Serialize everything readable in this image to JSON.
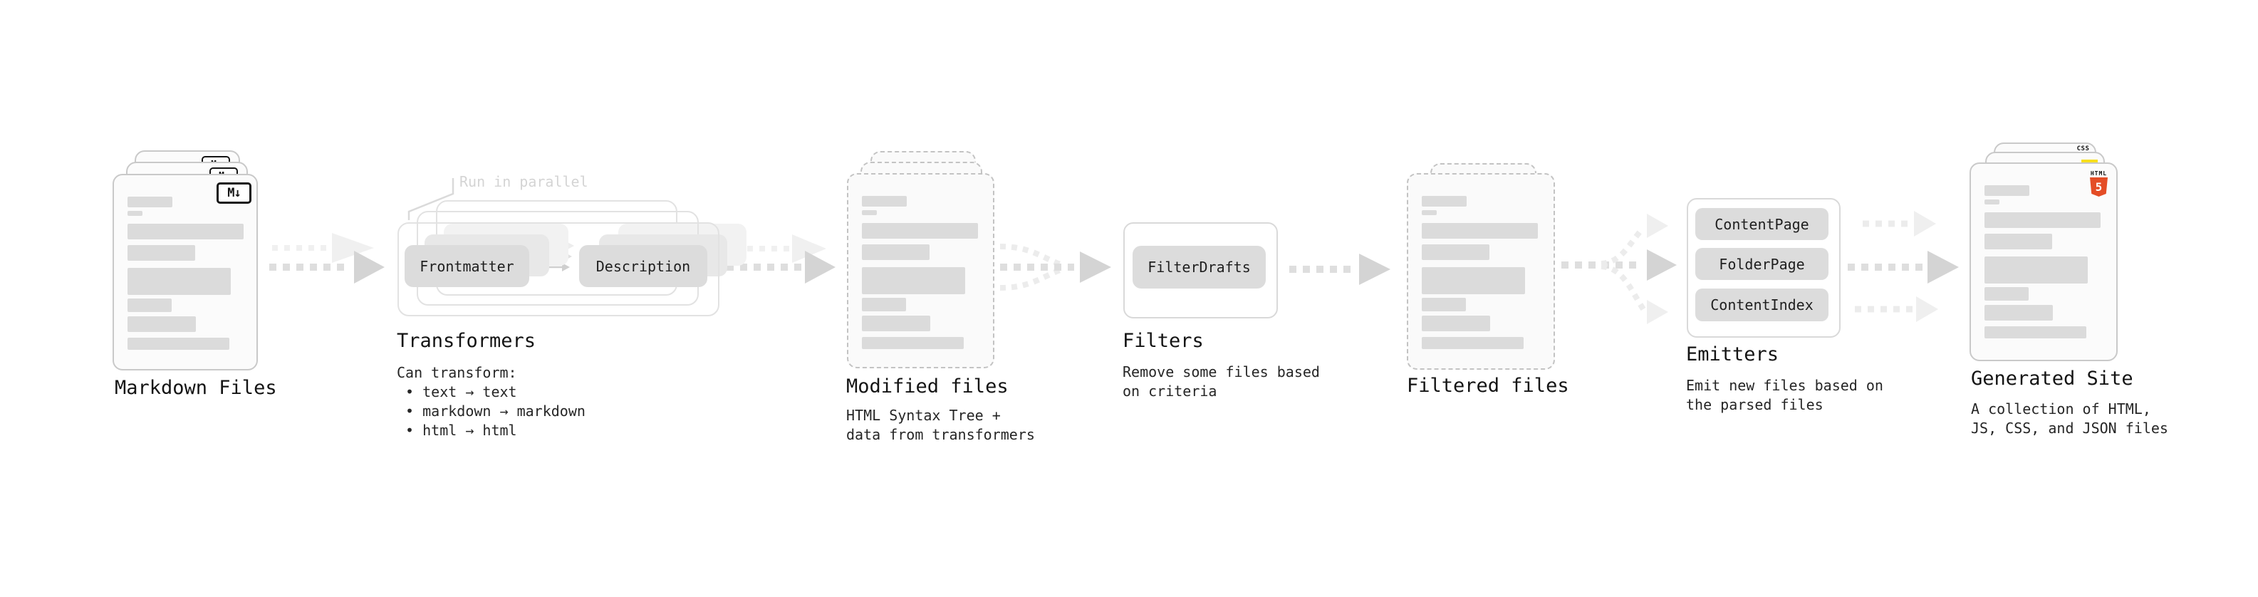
{
  "stages": {
    "markdown": {
      "title": "Markdown Files"
    },
    "transformers": {
      "title": "Transformers",
      "annotation": "Run in parallel",
      "buttons": [
        "Frontmatter",
        "Description"
      ],
      "description": "Can transform:\n • text → text\n • markdown → markdown\n • html → html"
    },
    "modified": {
      "title": "Modified files",
      "description": "HTML Syntax Tree +\ndata from transformers"
    },
    "filters": {
      "title": "Filters",
      "buttons": [
        "FilterDrafts"
      ],
      "description": "Remove some files based\non criteria"
    },
    "filtered": {
      "title": "Filtered files"
    },
    "emitters": {
      "title": "Emitters",
      "buttons": [
        "ContentPage",
        "FolderPage",
        "ContentIndex"
      ],
      "description": "Emit new files based on\nthe parsed files"
    },
    "generated": {
      "title": "Generated Site",
      "description": "A collection of HTML,\nJS, CSS, and JSON files"
    }
  },
  "icons": {
    "markdown_badge": "M↓",
    "html5_word": "HTML",
    "html5_number": "5",
    "css_word": "CSS"
  },
  "connections": [
    "Markdown Files → Transformers",
    "Transformers → Modified files",
    "Modified files → Filters",
    "Filters → Filtered files",
    "Filtered files → Emitters",
    "Emitters → Generated Site"
  ],
  "colors": {
    "arrow": "#d4d4d4",
    "arrow_light": "#efefef",
    "bar_gray": "#dbdbdb",
    "chip_gray": "#dcdcdc",
    "html5_orange": "#e44d26",
    "js_yellow": "#f7df1e",
    "css_blue": "#2965f1"
  }
}
